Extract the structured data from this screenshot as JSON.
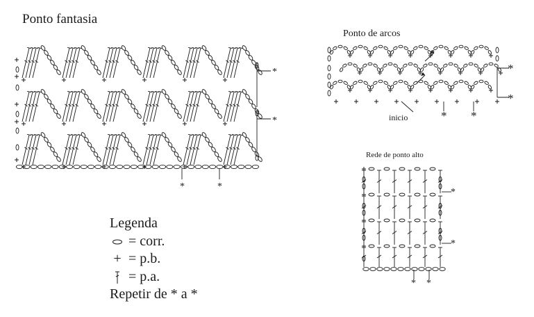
{
  "diagrams": {
    "fantasia": {
      "title": "Ponto fantasia",
      "repeat_marks": [
        "*",
        "*",
        "*",
        "*"
      ]
    },
    "arcos": {
      "title": "Ponto de arcos",
      "start_label": "inicio",
      "repeat_marks": [
        "*",
        "*",
        "*",
        "*"
      ]
    },
    "rede": {
      "title": "Rede de ponto alto",
      "repeat_marks": [
        "*",
        "*",
        "*",
        "*"
      ]
    }
  },
  "legend": {
    "title": "Legenda",
    "items": [
      {
        "symbol": "chain-oval",
        "label": "= corr."
      },
      {
        "symbol": "cross",
        "label": "= p.b."
      },
      {
        "symbol": "tall-stitch",
        "label": "= p.a."
      }
    ],
    "repeat_text": "Repetir de * a *"
  },
  "colors": {
    "ink": "#1a1a1a",
    "background": "#ffffff"
  }
}
